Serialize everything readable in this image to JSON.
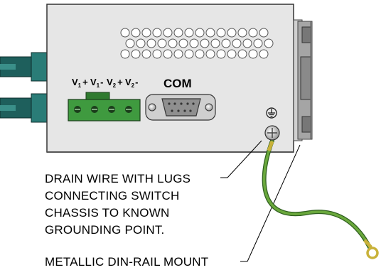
{
  "diagram": {
    "power_label": {
      "v1p": "V",
      "v1p_sub": "1",
      "v1p_sign": "+",
      "v1m": "V",
      "v1m_sub": "1",
      "v1m_sign": "-",
      "v2p": "V",
      "v2p_sub": "2",
      "v2p_sign": "+",
      "v2m": "V",
      "v2m_sub": "2",
      "v2m_sign": "-"
    },
    "com_label": "COM",
    "ground_symbol": "protective-earth",
    "callouts": {
      "drain_wire": [
        "DRAIN WIRE WITH LUGS",
        "CONNECTING SWITCH",
        "CHASSIS TO KNOWN",
        "GROUNDING POINT."
      ],
      "din_rail": "METALLIC DIN-RAIL MOUNT"
    },
    "colors": {
      "chassis_fill": "#e6e6e6",
      "chassis_stroke": "#333333",
      "terminal_green": "#3f9a3f",
      "connector_teal": "#1e5f5c",
      "wire_green": "#4b8b2c",
      "din_rail_gray": "#9a9a9a"
    }
  }
}
